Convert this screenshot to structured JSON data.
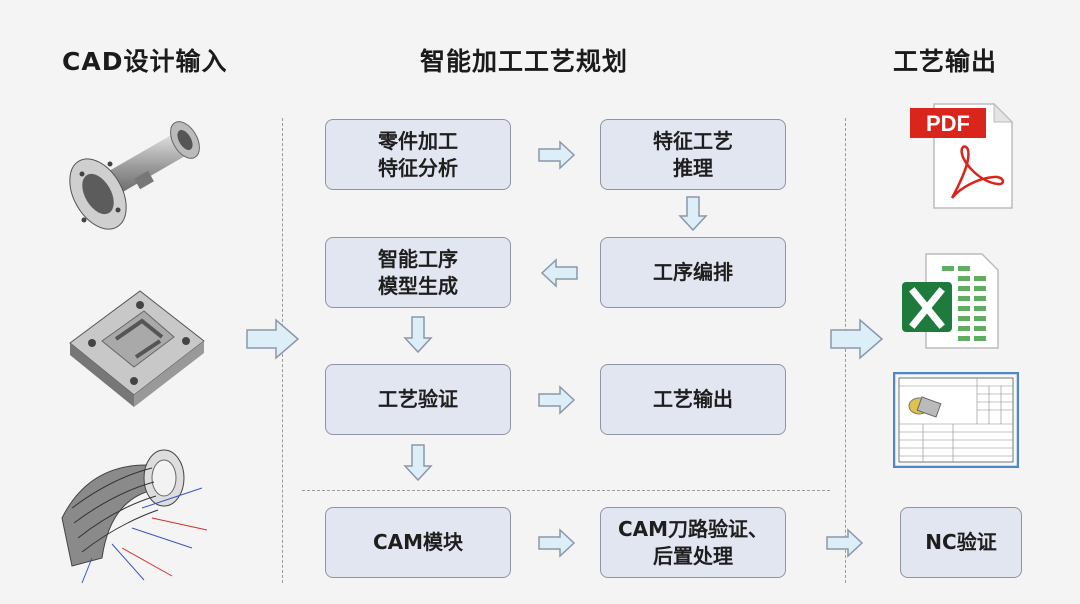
{
  "columns": {
    "input": "CAD设计输入",
    "planning": "智能加工工艺规划",
    "output": "工艺输出"
  },
  "flow": {
    "feature_analysis": "零件加工\n特征分析",
    "feature_reasoning": "特征工艺\n推理",
    "process_sequencing": "工序编排",
    "model_generation": "智能工序\n模型生成",
    "process_verification": "工艺验证",
    "process_output": "工艺输出",
    "cam_module": "CAM模块",
    "cam_toolpath": "CAM刀路验证、\n后置处理",
    "nc_verification": "NC验证"
  },
  "output_files": {
    "pdf_label": "PDF"
  },
  "colors": {
    "box_fill": "#e2e6f0",
    "box_border": "#8f96a2",
    "arrow_fill": "#dceef8",
    "arrow_stroke": "#8a98a8",
    "pdf_red": "#d9251c",
    "excel_green": "#1e7b3c"
  }
}
